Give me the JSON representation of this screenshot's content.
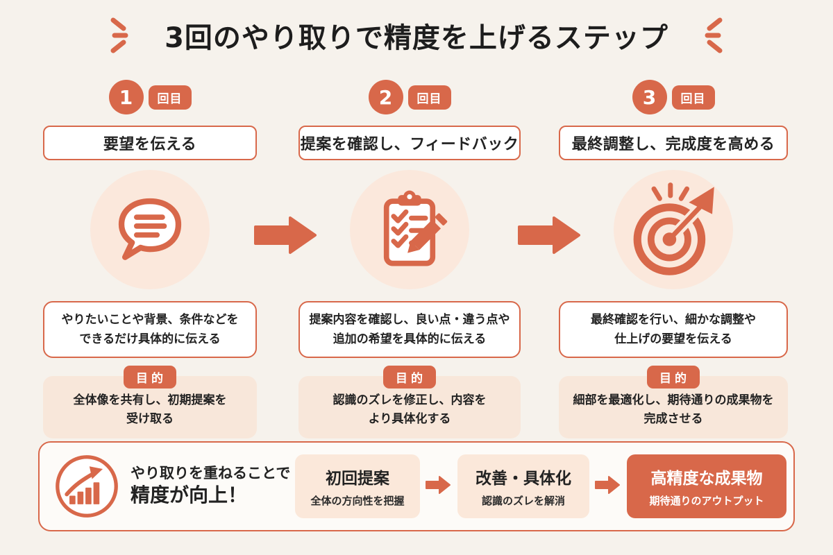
{
  "colors": {
    "accent": "#d8684a",
    "peach_light": "#fbe8dc",
    "page_background": "#f6f2ec",
    "text": "#1d1d1d"
  },
  "title": "3回のやり取りで精度を上げるステップ",
  "steps": [
    {
      "number": "1",
      "number_suffix": "回目",
      "heading": "要望を伝える",
      "icon": "speech-bubble-icon",
      "description_line1": "やりたいことや背景、条件などを",
      "description_line2": "できるだけ具体的に伝える",
      "purpose_label": "目的",
      "purpose_line1": "全体像を共有し、初期提案を",
      "purpose_line2": "受け取る"
    },
    {
      "number": "2",
      "number_suffix": "回目",
      "heading": "提案を確認し、フィードバック",
      "icon": "clipboard-check-icon",
      "description_line1": "提案内容を確認し、良い点・違う点や",
      "description_line2": "追加の希望を具体的に伝える",
      "purpose_label": "目的",
      "purpose_line1": "認識のズレを修正し、内容を",
      "purpose_line2": "より具体化する"
    },
    {
      "number": "3",
      "number_suffix": "回目",
      "heading": "最終調整し、完成度を高める",
      "icon": "target-icon",
      "description_line1": "最終確認を行い、細かな調整や",
      "description_line2": "仕上げの要望を伝える",
      "purpose_label": "目的",
      "purpose_line1": "細部を最適化し、期待通りの成果物を",
      "purpose_line2": "完成させる"
    }
  ],
  "summary": {
    "icon": "growth-chart-icon",
    "lead_line1": "やり取りを重ねることで",
    "lead_line2": "精度が向上！",
    "stages": [
      {
        "title": "初回提案",
        "subtitle": "全体の方向性を把握",
        "emphasis": false
      },
      {
        "title": "改善・具体化",
        "subtitle": "認識のズレを解消",
        "emphasis": false
      },
      {
        "title": "高精度な成果物",
        "subtitle": "期待通りのアウトプット",
        "emphasis": true
      }
    ]
  }
}
